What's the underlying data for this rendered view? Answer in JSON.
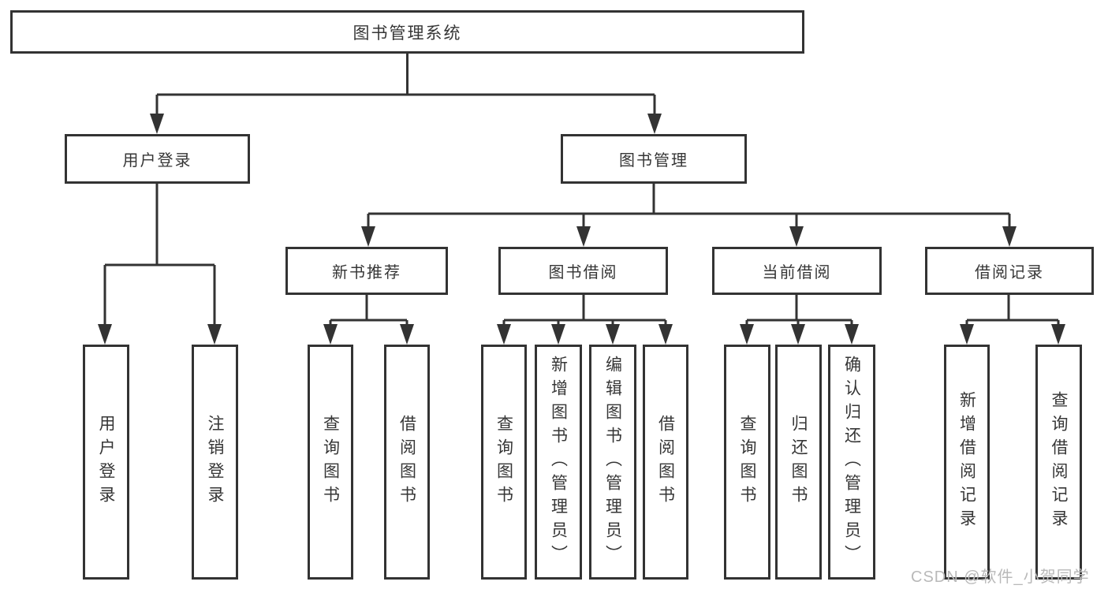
{
  "diagram": {
    "title": "图书管理系统",
    "nodes": {
      "root": "图书管理系统",
      "userLogin": "用户登录",
      "bookMgmt": "图书管理",
      "newBookRec": "新书推荐",
      "bookBorrow": "图书借阅",
      "currentBorrow": "当前借阅",
      "borrowRecord": "借阅记录",
      "leafUserLogin": "用户登录",
      "leafLogout": "注销登录",
      "leafQueryBook1": "查询图书",
      "leafBorrowBook1": "借阅图书",
      "leafQueryBook2": "查询图书",
      "leafAddBook": "新增图书（管理员）",
      "leafEditBook": "编辑图书（管理员）",
      "leafBorrowBook2": "借阅图书",
      "leafQueryBook3": "查询图书",
      "leafReturnBook": "归还图书",
      "leafConfirmReturn": "确认归还（管理员）",
      "leafAddBorrowRecord": "新增借阅记录",
      "leafQueryBorrowRecord": "查询借阅记录"
    },
    "edges": [
      [
        "root",
        "userLogin"
      ],
      [
        "root",
        "bookMgmt"
      ],
      [
        "userLogin",
        "leafUserLogin"
      ],
      [
        "userLogin",
        "leafLogout"
      ],
      [
        "bookMgmt",
        "newBookRec"
      ],
      [
        "bookMgmt",
        "bookBorrow"
      ],
      [
        "bookMgmt",
        "currentBorrow"
      ],
      [
        "bookMgmt",
        "borrowRecord"
      ],
      [
        "newBookRec",
        "leafQueryBook1"
      ],
      [
        "newBookRec",
        "leafBorrowBook1"
      ],
      [
        "bookBorrow",
        "leafQueryBook2"
      ],
      [
        "bookBorrow",
        "leafAddBook"
      ],
      [
        "bookBorrow",
        "leafEditBook"
      ],
      [
        "bookBorrow",
        "leafBorrowBook2"
      ],
      [
        "currentBorrow",
        "leafQueryBook3"
      ],
      [
        "currentBorrow",
        "leafReturnBook"
      ],
      [
        "currentBorrow",
        "leafConfirmReturn"
      ],
      [
        "borrowRecord",
        "leafAddBorrowRecord"
      ],
      [
        "borrowRecord",
        "leafQueryBorrowRecord"
      ]
    ],
    "colors": {
      "line": "#333333",
      "box_border": "#333333",
      "text": "#363636",
      "background": "#ffffff",
      "watermark": "#b9b9b9"
    }
  },
  "watermark": "CSDN @软件_小贺同学"
}
